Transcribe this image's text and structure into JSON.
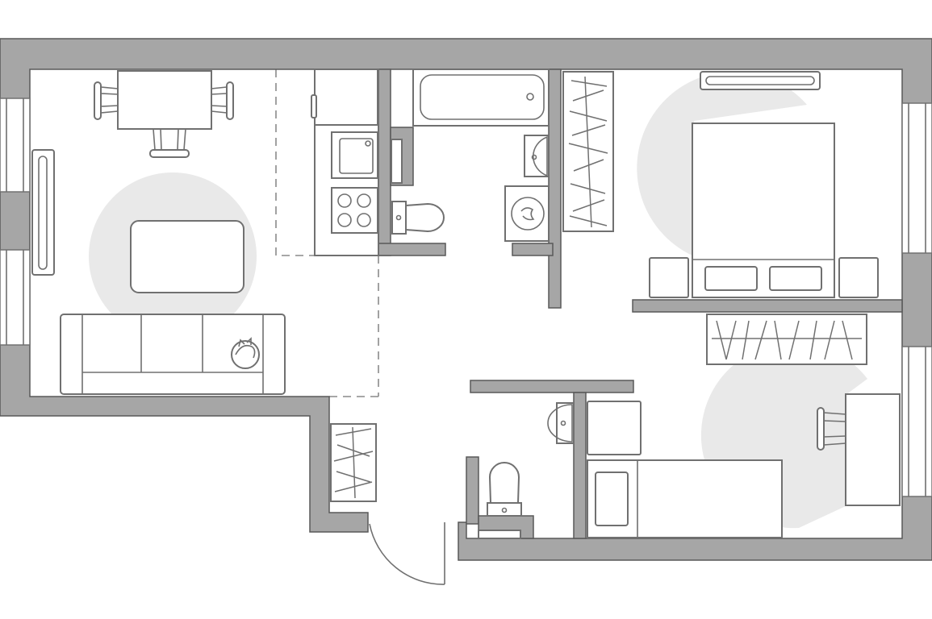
{
  "plan": {
    "type": "apartment-floor-plan",
    "rooms": [
      "living-kitchen",
      "bathroom",
      "bedroom",
      "children-room",
      "hallway",
      "toilet"
    ],
    "palette": {
      "wall": "#a6a6a6",
      "wall_outline": "#595959",
      "furniture_stroke": "#707070",
      "rug": "#e9e9e9",
      "background": "#ffffff"
    },
    "icons": [
      "cat-icon",
      "door-swing-icon",
      "window-icon",
      "washing-machine-icon",
      "stove-icon",
      "sink-icon",
      "toilet-icon",
      "bathtub-icon"
    ]
  }
}
